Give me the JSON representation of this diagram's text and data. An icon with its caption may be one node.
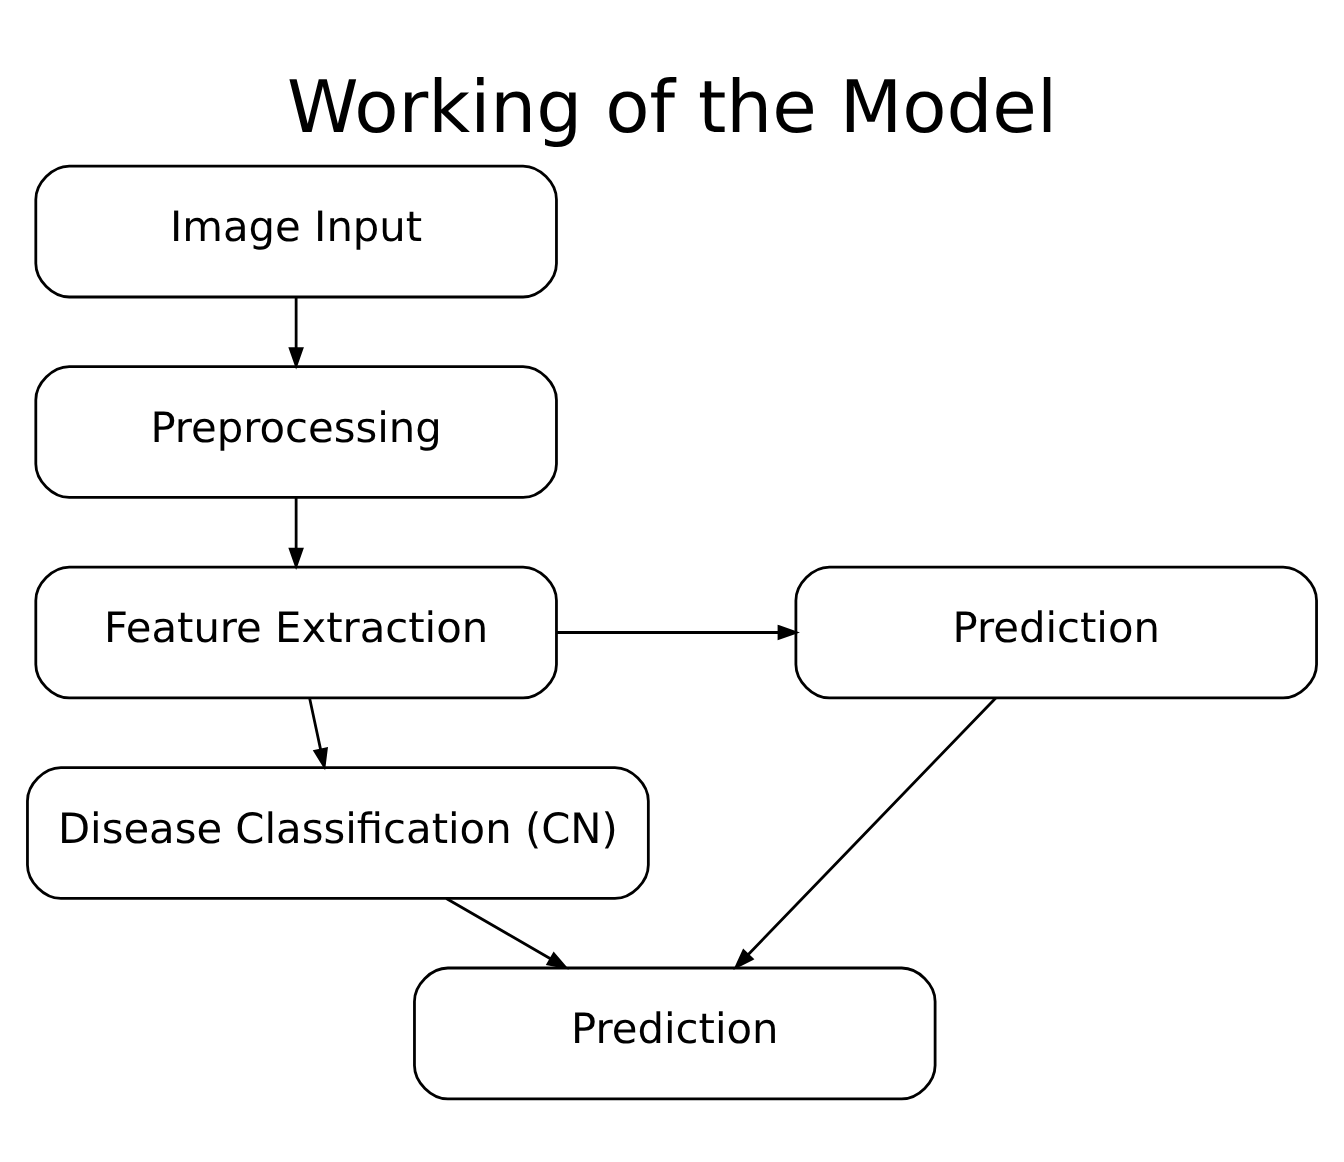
{
  "diagram": {
    "title": "Working of the Model",
    "nodes": [
      {
        "text": [
          "Image Input"
        ]
      },
      {
        "text": [
          "Preprocessing"
        ]
      },
      {
        "text": [
          "Feature Extraction"
        ]
      },
      {
        "text": [
          "Prediction"
        ]
      },
      {
        "text": [
          "Disease Classification (CN)"
        ]
      },
      {
        "text": [
          "Prediction"
        ]
      }
    ],
    "edges": [
      {
        "from": 0,
        "to": 1,
        "arrow": "to"
      },
      {
        "from": 1,
        "to": 2,
        "arrow": "to"
      },
      {
        "from": 2,
        "to": 3,
        "arrow": "to"
      },
      {
        "from": 2,
        "to": 4,
        "arrow": "to"
      },
      {
        "from": 4,
        "to": 5,
        "arrow": "to"
      },
      {
        "from": 3,
        "to": 5,
        "arrow": "to"
      }
    ]
  }
}
